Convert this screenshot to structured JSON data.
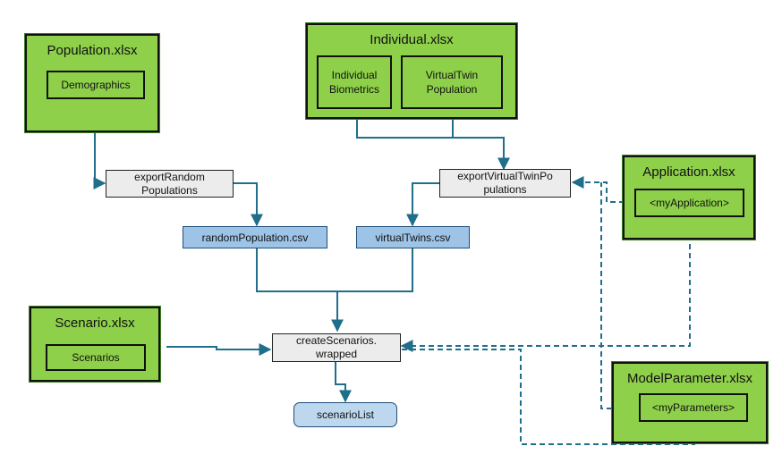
{
  "colors": {
    "excel_fill": "#8ed04a",
    "function_fill": "#ececec",
    "csv_fill": "#9dc3e6",
    "result_fill": "#bdd7ee",
    "connector": "#1f6e8c"
  },
  "workbooks": {
    "population": {
      "title": "Population.xlsx",
      "sheets": [
        "Demographics"
      ]
    },
    "individual": {
      "title": "Individual.xlsx",
      "sheets": [
        "Individual\nBiometrics",
        "VirtualTwin\nPopulation"
      ]
    },
    "application": {
      "title": "Application.xlsx",
      "sheets": [
        "<myApplication>"
      ]
    },
    "scenario": {
      "title": "Scenario.xlsx",
      "sheets": [
        "Scenarios"
      ]
    },
    "model_parameter": {
      "title": "ModelParameter.xlsx",
      "sheets": [
        "<myParameters>"
      ]
    }
  },
  "functions": {
    "export_random": "exportRandom\nPopulations",
    "export_virtual": "exportVirtualTwinPo\npulations",
    "create_scenarios": "createScenarios.\nwrapped"
  },
  "files": {
    "random_population": "randomPopulation.csv",
    "virtual_twins": "virtualTwins.csv"
  },
  "output": {
    "scenario_list": "scenarioList"
  },
  "connections": [
    {
      "from": "Demographics",
      "to": "exportRandom Populations",
      "style": "solid"
    },
    {
      "from": "Individual Biometrics",
      "to": "exportVirtualTwinPopulations",
      "style": "solid"
    },
    {
      "from": "VirtualTwin Population",
      "to": "exportVirtualTwinPopulations",
      "style": "solid"
    },
    {
      "from": "<myApplication>",
      "to": "exportVirtualTwinPopulations",
      "style": "dashed"
    },
    {
      "from": "<myParameters>",
      "to": "exportVirtualTwinPopulations",
      "style": "dashed"
    },
    {
      "from": "exportRandom Populations",
      "to": "randomPopulation.csv",
      "style": "solid"
    },
    {
      "from": "exportVirtualTwinPopulations",
      "to": "virtualTwins.csv",
      "style": "solid"
    },
    {
      "from": "randomPopulation.csv",
      "to": "createScenarios.wrapped",
      "style": "solid"
    },
    {
      "from": "virtualTwins.csv",
      "to": "createScenarios.wrapped",
      "style": "solid"
    },
    {
      "from": "Scenarios",
      "to": "createScenarios.wrapped",
      "style": "solid"
    },
    {
      "from": "<myApplication>",
      "to": "createScenarios.wrapped",
      "style": "dashed"
    },
    {
      "from": "<myParameters>",
      "to": "createScenarios.wrapped",
      "style": "dashed"
    },
    {
      "from": "createScenarios.wrapped",
      "to": "scenarioList",
      "style": "solid"
    }
  ]
}
